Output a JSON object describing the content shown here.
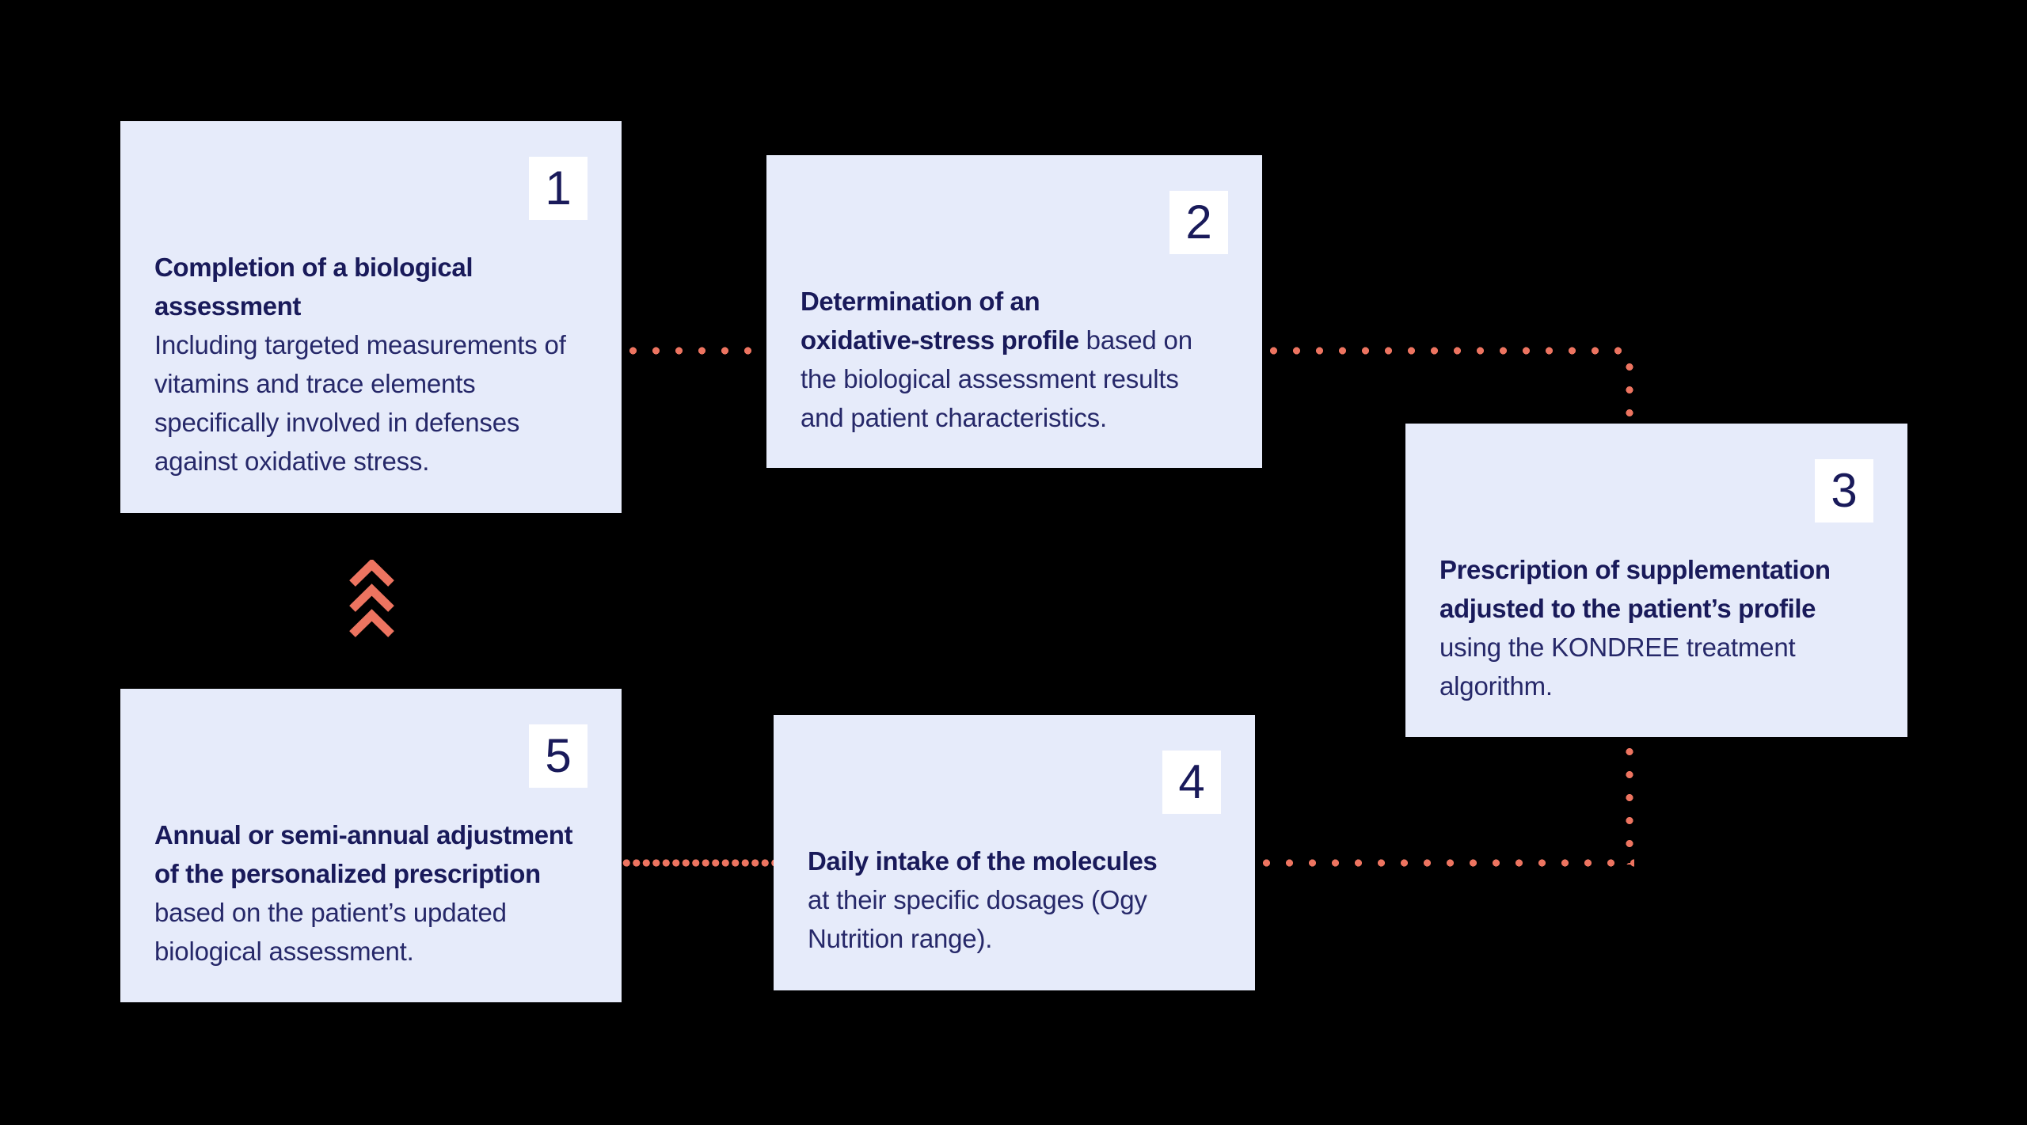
{
  "diagram": {
    "background": "#000000",
    "accent": "#ED7460",
    "card_bg": "#E6EBFA",
    "badge_bg": "#FFFFFF",
    "title_color": "#191A5A",
    "body_color": "#262869"
  },
  "cards": [
    {
      "number": "1",
      "lines": [
        {
          "b": "Completion of a biological"
        },
        {
          "b": "assessment"
        },
        {
          "r": "Including targeted measurements of"
        },
        {
          "r": "vitamins and trace elements"
        },
        {
          "r": "specifically involved in defenses"
        },
        {
          "r": "against oxidative stress."
        }
      ]
    },
    {
      "number": "2",
      "lines": [
        {
          "b": "Determination of an"
        },
        {
          "b": "oxidative-stress profile",
          "r": " based on"
        },
        {
          "r": "the biological assessment results"
        },
        {
          "r": "and patient characteristics."
        }
      ]
    },
    {
      "number": "3",
      "lines": [
        {
          "b": "Prescription of supplementation"
        },
        {
          "b": "adjusted to the patient’s profile"
        },
        {
          "r": "using the KONDREE treatment"
        },
        {
          "r": "algorithm."
        }
      ]
    },
    {
      "number": "4",
      "lines": [
        {
          "b": "Daily intake of the molecules"
        },
        {
          "r": "at their specific dosages (Ogy"
        },
        {
          "r": "Nutrition range)."
        }
      ]
    },
    {
      "number": "5",
      "lines": [
        {
          "b": "Annual or semi-annual adjustment"
        },
        {
          "b": "of the personalized prescription"
        },
        {
          "r": "based on the patient’s updated"
        },
        {
          "r": "biological assessment."
        }
      ]
    }
  ]
}
